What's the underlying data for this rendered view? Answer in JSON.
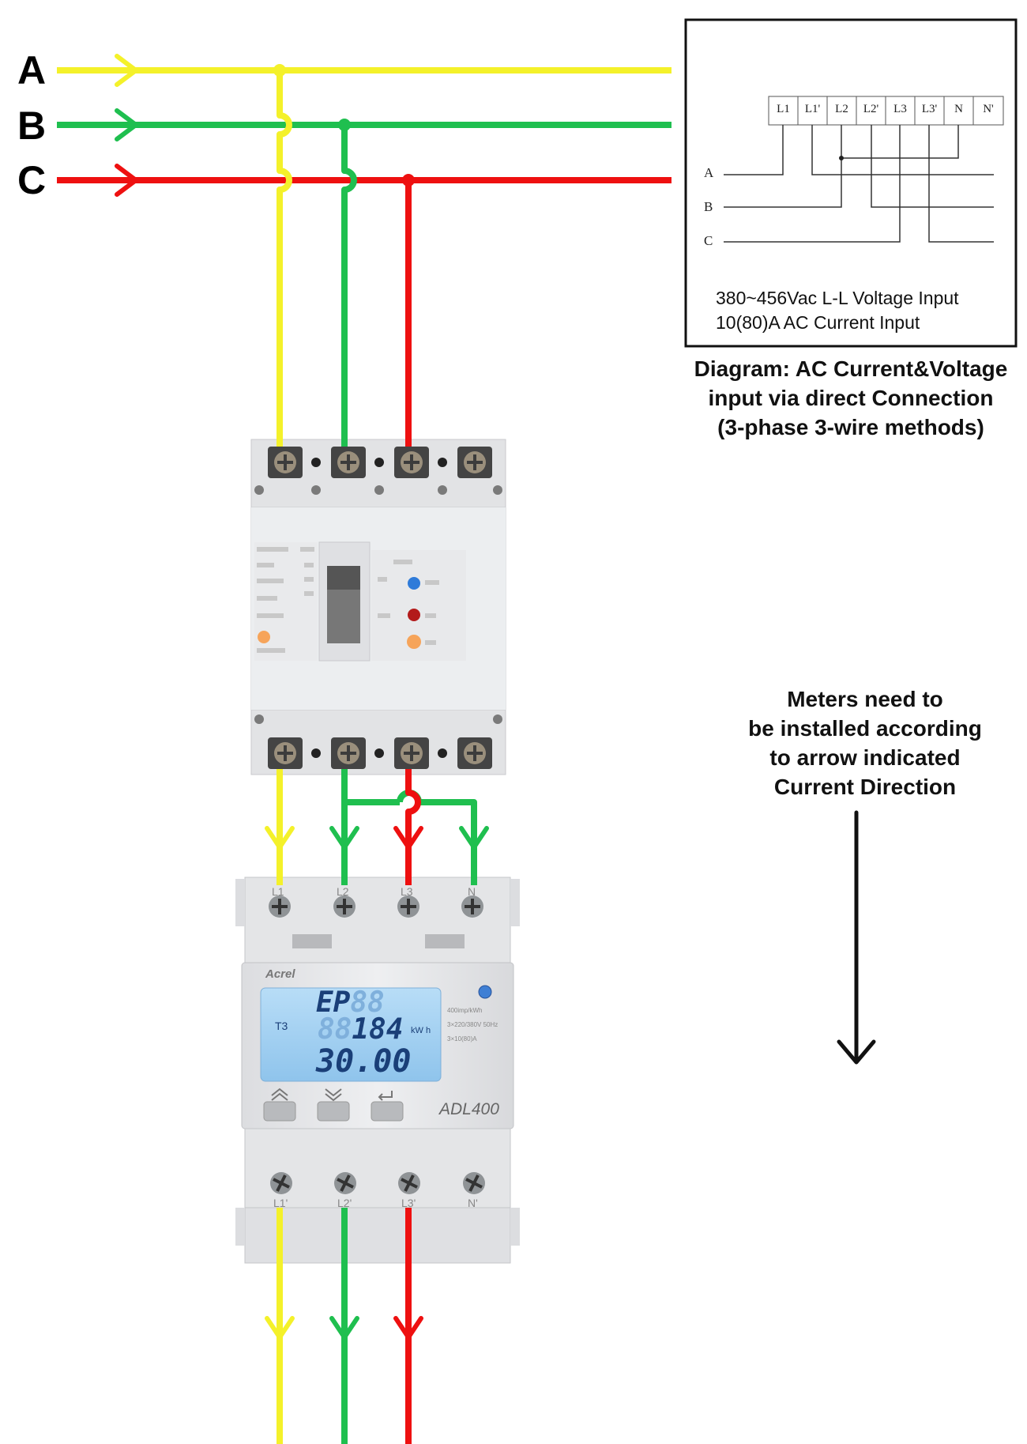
{
  "colors": {
    "phase_a": "#f4f12a",
    "phase_b": "#1fbf4f",
    "phase_c": "#ee1010",
    "device_body": "#e9eaec",
    "lcd": "#a8d2f2"
  },
  "phases": {
    "a": "A",
    "b": "B",
    "c": "C"
  },
  "inset": {
    "terminals": [
      "L1",
      "L1'",
      "L2",
      "L2'",
      "L3",
      "L3'",
      "N",
      "N'"
    ],
    "lines": [
      "A",
      "B",
      "C"
    ],
    "spec_line1": "380~456Vac L-L Voltage Input",
    "spec_line2": "10(80)A AC Current Input"
  },
  "caption": {
    "line1": "Diagram: AC Current&Voltage",
    "line2": "input via direct Connection",
    "line3": "(3-phase 3-wire methods)"
  },
  "direction_note": {
    "line1": "Meters need to",
    "line2": "be installed according",
    "line3": "to arrow indicated",
    "line4": "Current Direction"
  },
  "meter": {
    "brand": "Acrel",
    "model": "ADL400",
    "top_terminals": [
      "L1",
      "L2",
      "L3",
      "N"
    ],
    "bottom_terminals": [
      "L1'",
      "L2'",
      "L3'",
      "N'"
    ],
    "lcd_row1": "EP",
    "lcd_row1_dim": "88",
    "lcd_tariff": "T3",
    "lcd_row2": "184",
    "lcd_row2_dim": "88",
    "lcd_unit": "kW h",
    "lcd_row3": "30.00",
    "spec_1": "400imp/kWh",
    "spec_2": "3×220/380V 50Hz",
    "spec_3": "3×10(80)A"
  }
}
